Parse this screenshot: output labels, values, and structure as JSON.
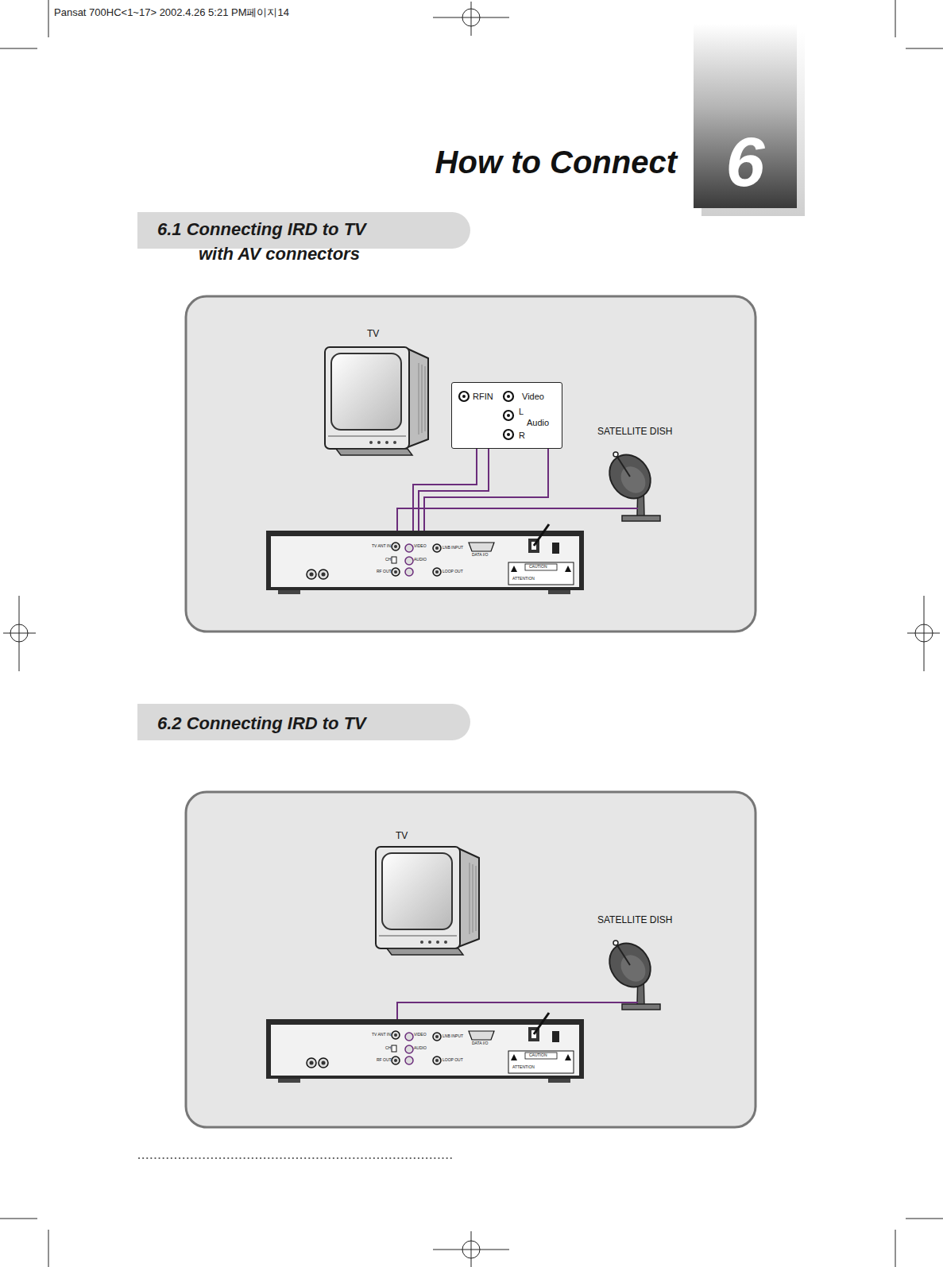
{
  "diagram": {
    "title": "How to Connect",
    "nodes": [
      {
        "text": [
          "TV"
        ]
      },
      {
        "text": [
          "RFIN",
          "Video",
          "L",
          "Audio",
          "R"
        ]
      },
      {
        "text": [
          "SATELLITE DISH"
        ]
      },
      {
        "text": [
          "TV ANT IN",
          "CH",
          "RF OUT",
          "VIDEO",
          "AUDIO",
          "LNB INPUT",
          "LOOP OUT",
          "DATA I/O",
          "CAUTION",
          "ATTENTION"
        ]
      },
      {
        "text": [
          "TV"
        ]
      },
      {
        "text": [
          "SATELLITE DISH"
        ]
      },
      {
        "text": [
          "TV ANT IN",
          "CH",
          "RF OUT",
          "VIDEO",
          "AUDIO",
          "LNB INPUT",
          "LOOP OUT",
          "DATA I/O",
          "CAUTION",
          "ATTENTION"
        ]
      }
    ],
    "edges": [
      {
        "from": 3,
        "to": 1,
        "arrow": "none"
      },
      {
        "from": 3,
        "to": 1,
        "arrow": "none"
      },
      {
        "from": 3,
        "to": 1,
        "arrow": "none"
      },
      {
        "from": 2,
        "to": 3,
        "arrow": "none"
      },
      {
        "from": 5,
        "to": 6,
        "arrow": "none"
      }
    ],
    "labels": [
      "Pansat 700HC<1~17>  2002.4.26 5:21 PM페이지14",
      "6",
      "6.1 Connecting IRD to TV with AV connectors",
      "6.2 Connecting IRD to TV"
    ]
  }
}
